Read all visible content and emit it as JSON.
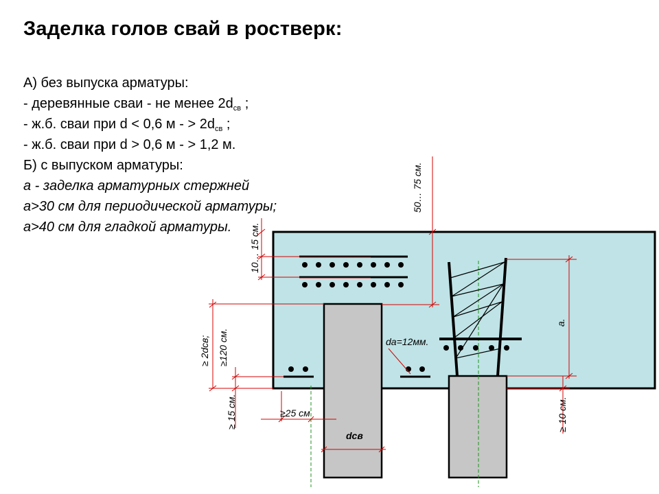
{
  "title": "Заделка голов свай в ростверк",
  "title_suffix": ":",
  "text": {
    "line1": "А) без выпуска арматуры:",
    "line2_pre": "- деревянные сваи - не менее 2d",
    "line2_sub": "св",
    "line2_post": " ;",
    "line3_pre": "- ж.б. сваи при d < 0,6 м - > 2d",
    "line3_sub": "св",
    "line3_post": " ;",
    "line4": "- ж.б. сваи  при d > 0,6 м -  > 1,2 м.",
    "line5": "Б) с выпуском арматуры:",
    "line6": "a - заделка арматурных стержней",
    "line7": "a>30 см для периодической арматуры;",
    "line8": "a>40 см для гладкой арматуры."
  },
  "labels": {
    "dim_50_75": "50… 75 см.",
    "dim_10_15": "10… 15 см.",
    "dim_2d": "≥ 2dсв;",
    "dim_120": "≥120 см.",
    "dim_15": "≥ 15 см.",
    "dim_25": "≥25 см",
    "dim_dsv": "dсв",
    "dim_da": "dа=12мм.",
    "dim_a": "a.",
    "dim_10": "≥ 10 см."
  },
  "colors": {
    "slab_fill": "#bfe3e6",
    "pile_fill": "#c6c6c6",
    "dim_line": "#d40000",
    "axis_line": "#209020",
    "rebar": "#000000"
  }
}
